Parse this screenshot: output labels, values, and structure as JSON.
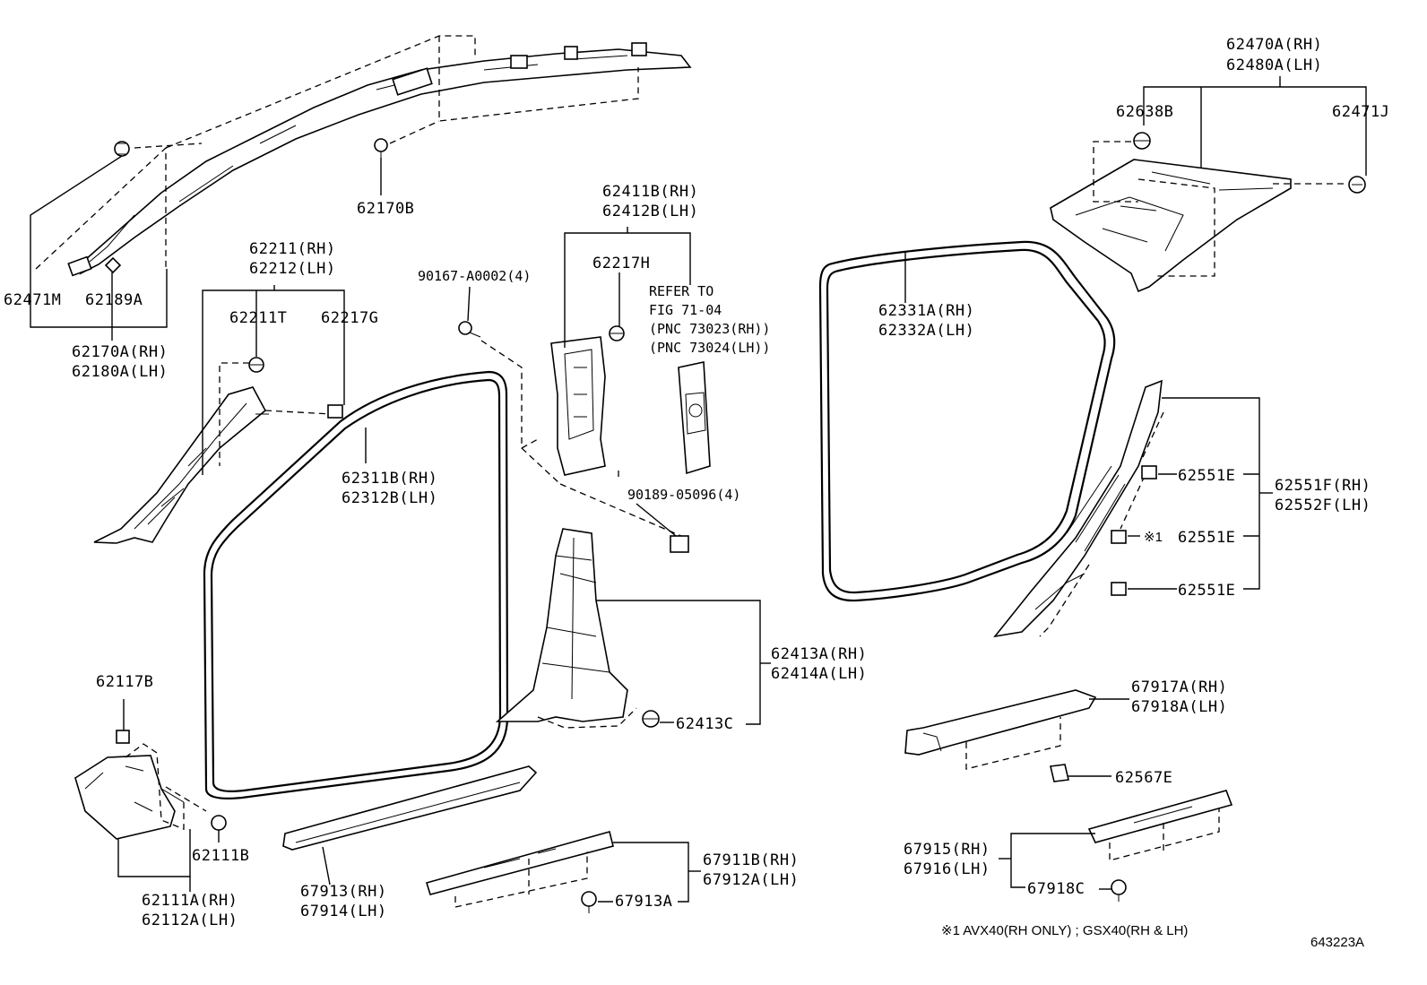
{
  "diagram": {
    "figure_code": "643223A",
    "footnote": "※1 AVX40(RH ONLY) ; GSX40(RH & LH)",
    "refer_note": {
      "line1": "REFER TO",
      "line2": "FIG 71-04",
      "line3": "(PNC 73023(RH))",
      "line4": "(PNC 73024(LH))"
    },
    "labels": {
      "p62170B": "62170B",
      "p62471M": "62471M",
      "p62189A": "62189A",
      "p62170A_rh": "62170A(RH)",
      "p62180A_lh": "62180A(LH)",
      "p62211_rh": "62211(RH)",
      "p62212_lh": "62212(LH)",
      "p62211T": "62211T",
      "p62217G": "62217G",
      "p62411B_rh": "62411B(RH)",
      "p62412B_lh": "62412B(LH)",
      "p62217H": "62217H",
      "p90167": "90167-A0002(4)",
      "p90189": "90189-05096(4)",
      "p62311B_rh": "62311B(RH)",
      "p62312B_lh": "62312B(LH)",
      "p62413A_rh": "62413A(RH)",
      "p62414A_lh": "62414A(LH)",
      "p62413C": "62413C",
      "p62117B": "62117B",
      "p62111B": "62111B",
      "p62111A_rh": "62111A(RH)",
      "p62112A_lh": "62112A(LH)",
      "p67913_rh": "67913(RH)",
      "p67914_lh": "67914(LH)",
      "p67911B_rh": "67911B(RH)",
      "p67912A_lh": "67912A(LH)",
      "p67913A": "67913A",
      "p62470A_rh": "62470A(RH)",
      "p62480A_lh": "62480A(LH)",
      "p62638B": "62638B",
      "p62471J": "62471J",
      "p62331A_rh": "62331A(RH)",
      "p62332A_lh": "62332A(LH)",
      "p62551E_a": "62551E",
      "p62551E_b_mark": "※1",
      "p62551E_b": "62551E",
      "p62551E_c": "62551E",
      "p62551F_rh": "62551F(RH)",
      "p62552F_lh": "62552F(LH)",
      "p67917A_rh": "67917A(RH)",
      "p67918A_lh": "67918A(LH)",
      "p62567E": "62567E",
      "p67915_rh": "67915(RH)",
      "p67916_lh": "67916(LH)",
      "p67918C": "67918C"
    }
  }
}
